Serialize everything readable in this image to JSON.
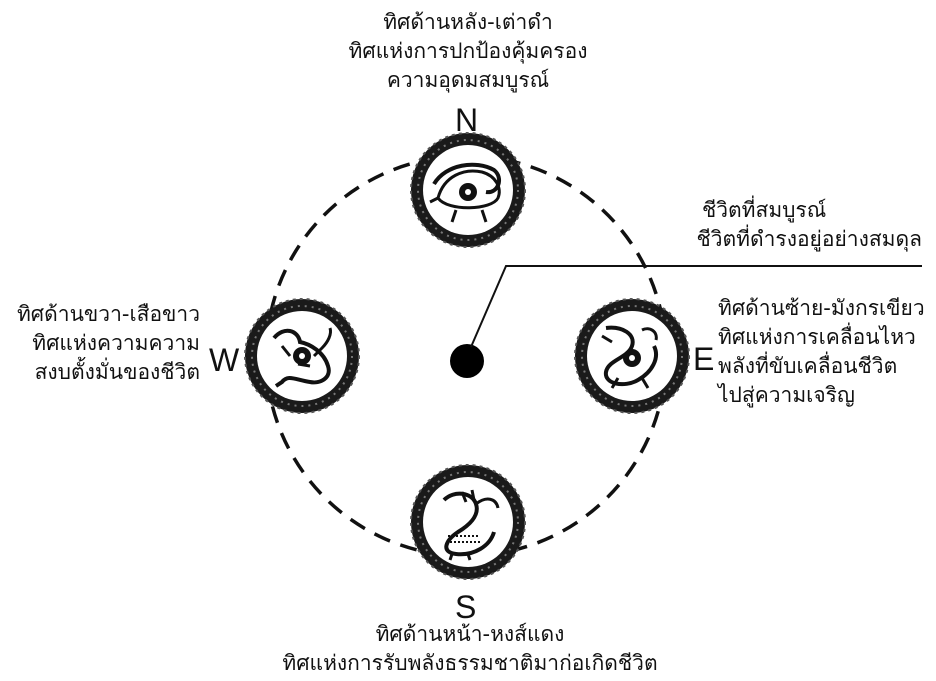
{
  "compass": {
    "north": "N",
    "south": "S",
    "east": "E",
    "west": "W"
  },
  "north_text": [
    "ทิศด้านหลัง-เต่าดำ",
    "ทิศแห่งการปกป้องคุ้มครอง",
    "ความอุดมสมบูรณ์"
  ],
  "south_text": [
    "ทิศด้านหน้า-หงส์แดง",
    "ทิศแห่งการรับพลังธรรมชาติมาก่อเกิดชีวิต"
  ],
  "west_text": [
    "ทิศด้านขวา-เสือขาว",
    "ทิศแห่งความความ",
    "สงบตั้งมั่นของชีวิต"
  ],
  "east_text": [
    "ทิศด้านซ้าย-มังกรเขียว",
    "ทิศแห่งการเคลื่อนไหว",
    "พลังที่ขับเคลื่อนชีวิต",
    "ไปสู่ความเจริญ"
  ],
  "center_text": [
    "ชีวิตที่สมบูรณ์",
    "ชีวิตที่ดำรงอยู่อย่างสมดุล"
  ],
  "emblems": {
    "north": "tortoise-snake-emblem-icon",
    "south": "phoenix-emblem-icon",
    "west": "tiger-emblem-icon",
    "east": "dragon-emblem-icon"
  },
  "colors": {
    "ink": "#111111",
    "background": "#ffffff"
  }
}
